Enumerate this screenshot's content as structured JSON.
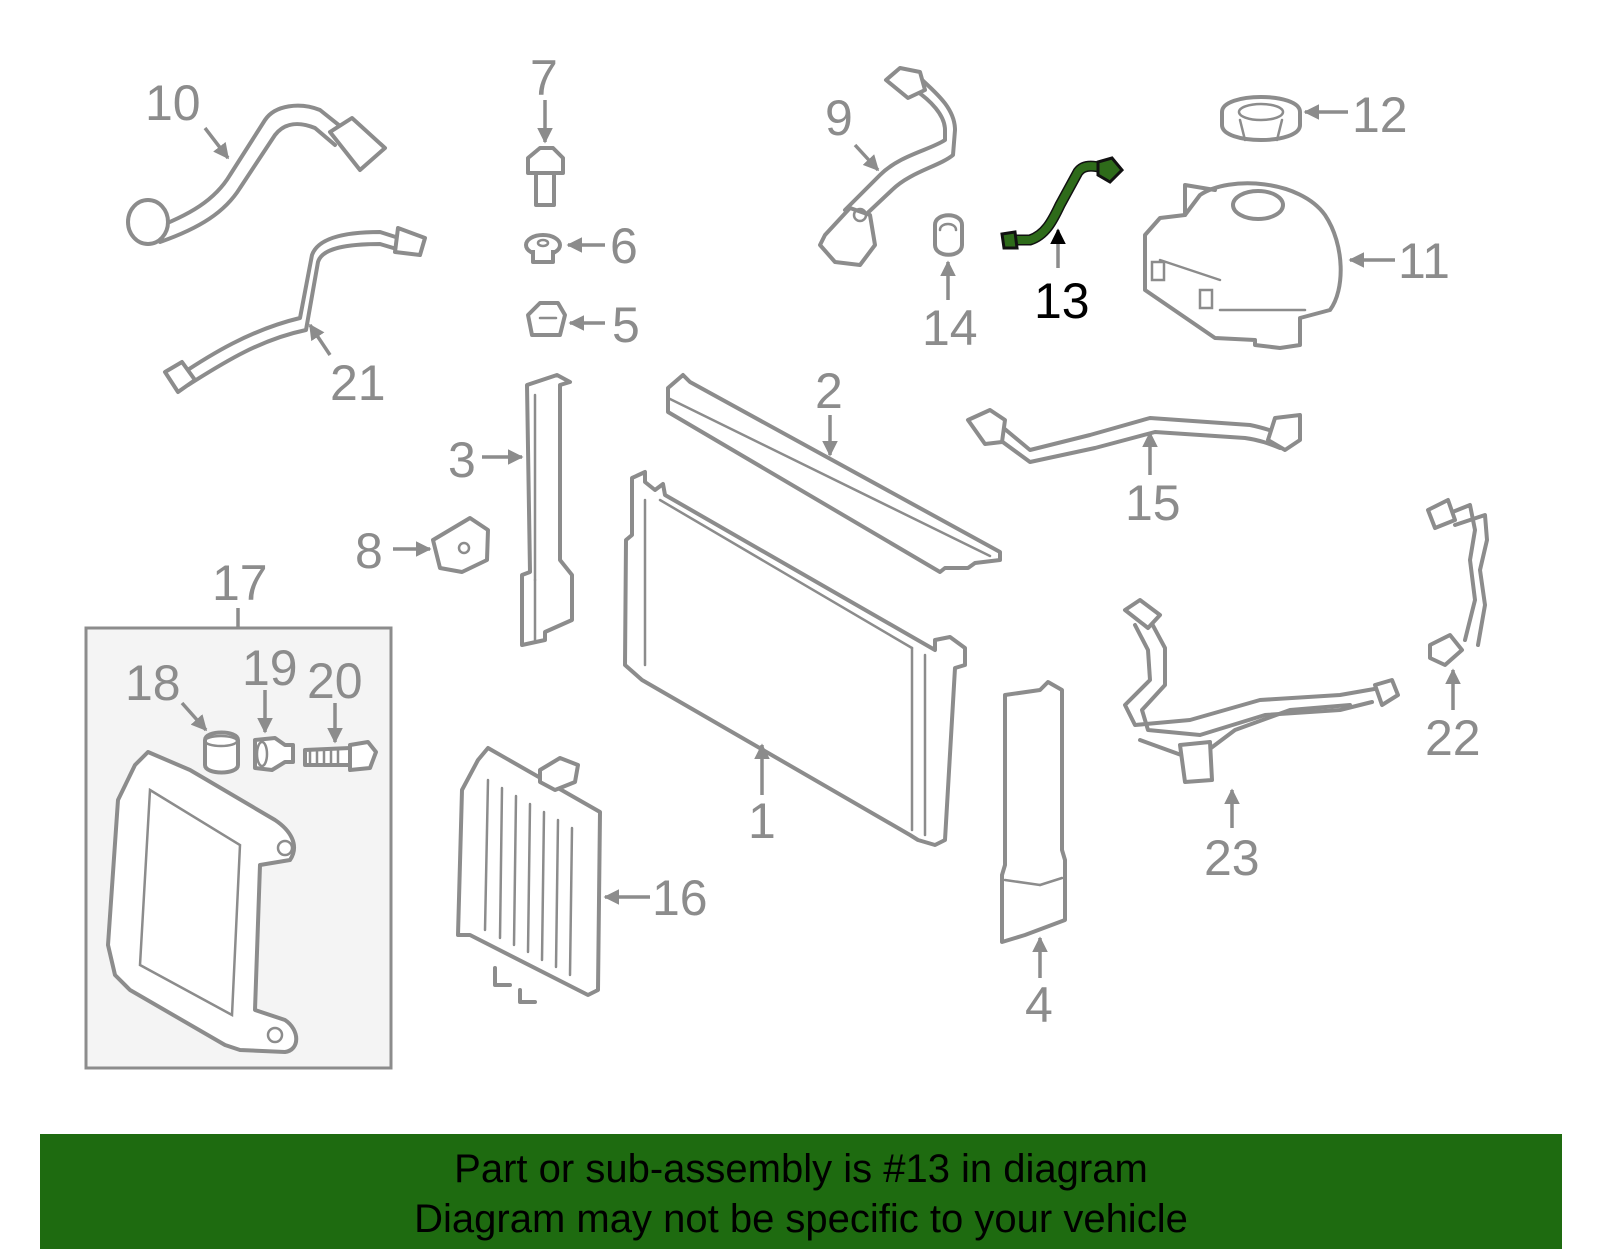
{
  "diagram": {
    "callouts": {
      "c1": "1",
      "c2": "2",
      "c3": "3",
      "c4": "4",
      "c5": "5",
      "c6": "6",
      "c7": "7",
      "c8": "8",
      "c9": "9",
      "c10": "10",
      "c11": "11",
      "c12": "12",
      "c13": "13",
      "c14": "14",
      "c15": "15",
      "c16": "16",
      "c17": "17",
      "c18": "18",
      "c19": "19",
      "c20": "20",
      "c21": "21",
      "c22": "22",
      "c23": "23"
    },
    "highlighted_part": "13",
    "colors": {
      "line": "#8c8c8c",
      "highlight": "#2e6b1a",
      "banner": "#1e6b10",
      "box_fill": "#f4f4f4"
    }
  },
  "banner": {
    "line1": "Part or sub-assembly is #13 in diagram",
    "line2": "Diagram may not be specific to your vehicle"
  }
}
